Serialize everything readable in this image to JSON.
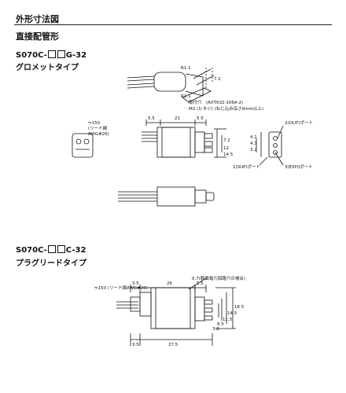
{
  "header": {
    "section_title": "外形寸法図",
    "sub_title": "直接配管形"
  },
  "variant_a": {
    "model_prefix": "S070C-",
    "model_suffix": "G-32",
    "type_label": "グロメットタイプ",
    "labels": {
      "lead": "≒150",
      "lead_spec": "(リード線",
      "lead_awg": "AWG#26)",
      "mount_hole": "取付穴",
      "mount_note": "(AXT632-106A-2)",
      "screw": "M2 (ヒネジ) (ねじ込み深さ6mm以上)",
      "port2": "2(OUT)ポート",
      "port1": "1(SUP)ポート",
      "port3": "3(EXH)ポート",
      "dim_55": "5.5",
      "dim_21": "21",
      "dim_55b": "5.5",
      "dim_72": "7.2",
      "dim_12": "12",
      "dim_145": "14.5",
      "dim_r1": "R1.1",
      "dim_r2": "R1.1",
      "dim_small": "7.2",
      "dim_43": "4.3",
      "dim_32": "3.2",
      "dim_41": "4.1"
    }
  },
  "variant_b": {
    "model_prefix": "S070C-",
    "model_suffix": "C-32",
    "type_label": "プラグリードタイプ",
    "labels": {
      "lead": "≒150 (リード線AWG#26)",
      "note": "0.7(断面電力回路穴の場合)",
      "dim_35a": "3.5",
      "dim_26": "26",
      "dim_55": "5.5",
      "dim_35b": "3.5",
      "dim_275": "27.5",
      "dim_165": "16.5",
      "dim_145": "14.5",
      "dim_115": "11.5",
      "dim_85": "8.5",
      "dim_38": "3.8"
    }
  }
}
